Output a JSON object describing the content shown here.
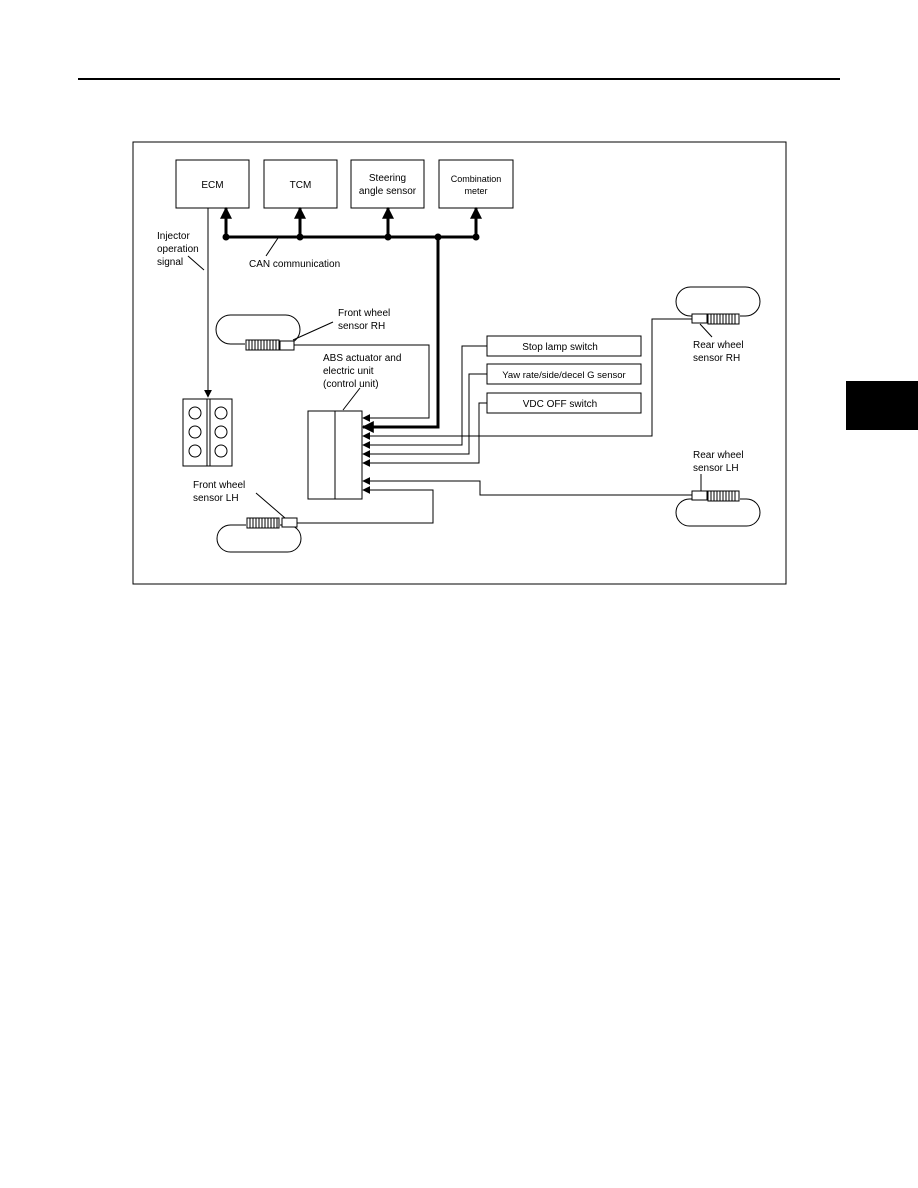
{
  "diagram": {
    "modules": {
      "ecm": "ECM",
      "tcm": "TCM",
      "steering_line1": "Steering",
      "steering_line2": "angle sensor",
      "combination_line1": "Combination",
      "combination_line2": "meter"
    },
    "bus_label": "CAN communication",
    "injector": [
      "Injector",
      "operation",
      "signal"
    ],
    "abs_unit": [
      "ABS actuator and",
      "electric unit",
      "(control unit)"
    ],
    "switches": {
      "stop_lamp": "Stop lamp switch",
      "yaw_rate": "Yaw rate/side/decel G sensor",
      "vdc_off": "VDC OFF switch"
    },
    "wheel_sensors": {
      "front_rh": [
        "Front wheel",
        "sensor RH"
      ],
      "front_lh": [
        "Front wheel",
        "sensor LH"
      ],
      "rear_rh": [
        "Rear wheel",
        "sensor RH"
      ],
      "rear_lh": [
        "Rear wheel",
        "sensor LH"
      ]
    }
  }
}
